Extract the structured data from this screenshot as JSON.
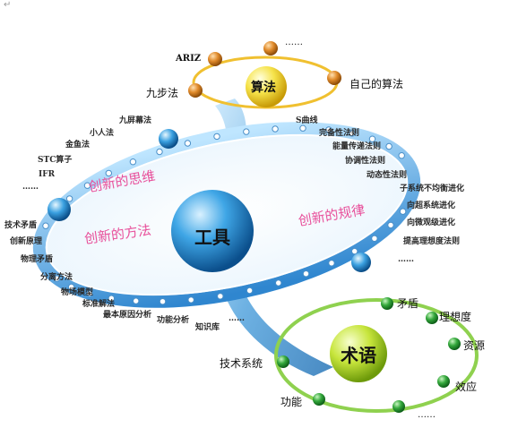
{
  "corner_mark": "↵",
  "center": {
    "label": "工具"
  },
  "top_group": {
    "center_label": "算法",
    "items": [
      {
        "label": "ARIZ"
      },
      {
        "label": "……"
      },
      {
        "label": "九步法"
      },
      {
        "label": "自己的算法"
      }
    ]
  },
  "bottom_group": {
    "center_label": "术语",
    "items": [
      {
        "label": "矛盾"
      },
      {
        "label": "理想度"
      },
      {
        "label": "资源"
      },
      {
        "label": "效应"
      },
      {
        "label": "……"
      },
      {
        "label": "功能"
      },
      {
        "label": "技术系统"
      }
    ]
  },
  "regions": {
    "thinking": "创新的思维",
    "methods": "创新的方法",
    "laws": "创新的规律"
  },
  "left_items": [
    {
      "label": "九屏幕法"
    },
    {
      "label": "小人法"
    },
    {
      "label": "金鱼法"
    },
    {
      "label": "STC算子"
    },
    {
      "label": "IFR"
    },
    {
      "label": "……"
    },
    {
      "label": "技术矛盾"
    },
    {
      "label": "创新原理"
    },
    {
      "label": "物理矛盾"
    },
    {
      "label": "分离方法"
    },
    {
      "label": "物场模型"
    },
    {
      "label": "标准解法"
    },
    {
      "label": "最本原因分析"
    },
    {
      "label": "功能分析"
    },
    {
      "label": "知识库"
    },
    {
      "label": "……"
    }
  ],
  "right_items": [
    {
      "label": "S曲线"
    },
    {
      "label": "完备性法则"
    },
    {
      "label": "能量传递法则"
    },
    {
      "label": "协调性法则"
    },
    {
      "label": "动态性法则"
    },
    {
      "label": "子系统不均衡进化"
    },
    {
      "label": "向超系统进化"
    },
    {
      "label": "向微观级进化"
    },
    {
      "label": "提高理想度法则"
    },
    {
      "label": "……"
    }
  ],
  "colors": {
    "ring_blue": "#3a8fd6",
    "orange_node": "#d07a1e",
    "green_node": "#2e9a3a",
    "yellow_ring": "#f0c030",
    "green_ring": "#8fd14f",
    "pink_text": "#e8509b"
  }
}
